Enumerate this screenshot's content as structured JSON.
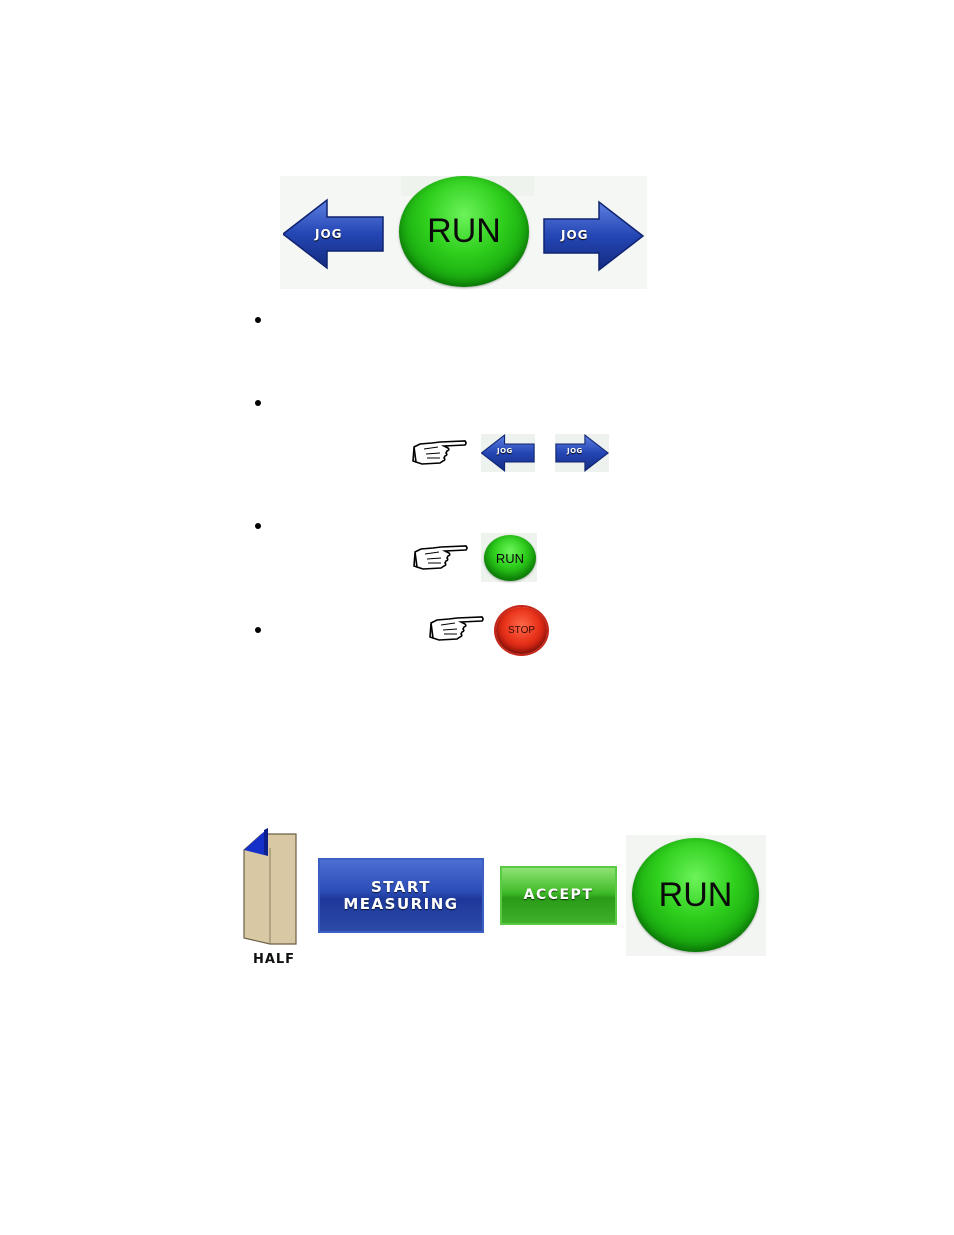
{
  "top_panel": {
    "jog_left": "JOG",
    "run": "RUN",
    "jog_right": "JOG"
  },
  "bullets": [
    {
      "text": ""
    },
    {
      "text": "",
      "icons": [
        "pointing-hand-icon",
        "jog-left-button",
        "jog-right-button"
      ],
      "jog_left": "JOG",
      "jog_right": "JOG"
    },
    {
      "text": "",
      "icons": [
        "pointing-hand-icon",
        "run-button"
      ],
      "run": "RUN"
    },
    {
      "text": "",
      "icons": [
        "pointing-hand-icon",
        "stop-button"
      ],
      "stop": "STOP"
    }
  ],
  "bottom_row": {
    "half": "HALF",
    "start_measuring_line1": "START",
    "start_measuring_line2": "MEASURING",
    "accept": "ACCEPT",
    "run": "RUN"
  },
  "colors": {
    "jog_blue": "#1f3aa0",
    "run_green": "#2fcf1d",
    "stop_red": "#e8321a",
    "half_tan": "#d8c9a4",
    "half_blue": "#1530c8"
  }
}
